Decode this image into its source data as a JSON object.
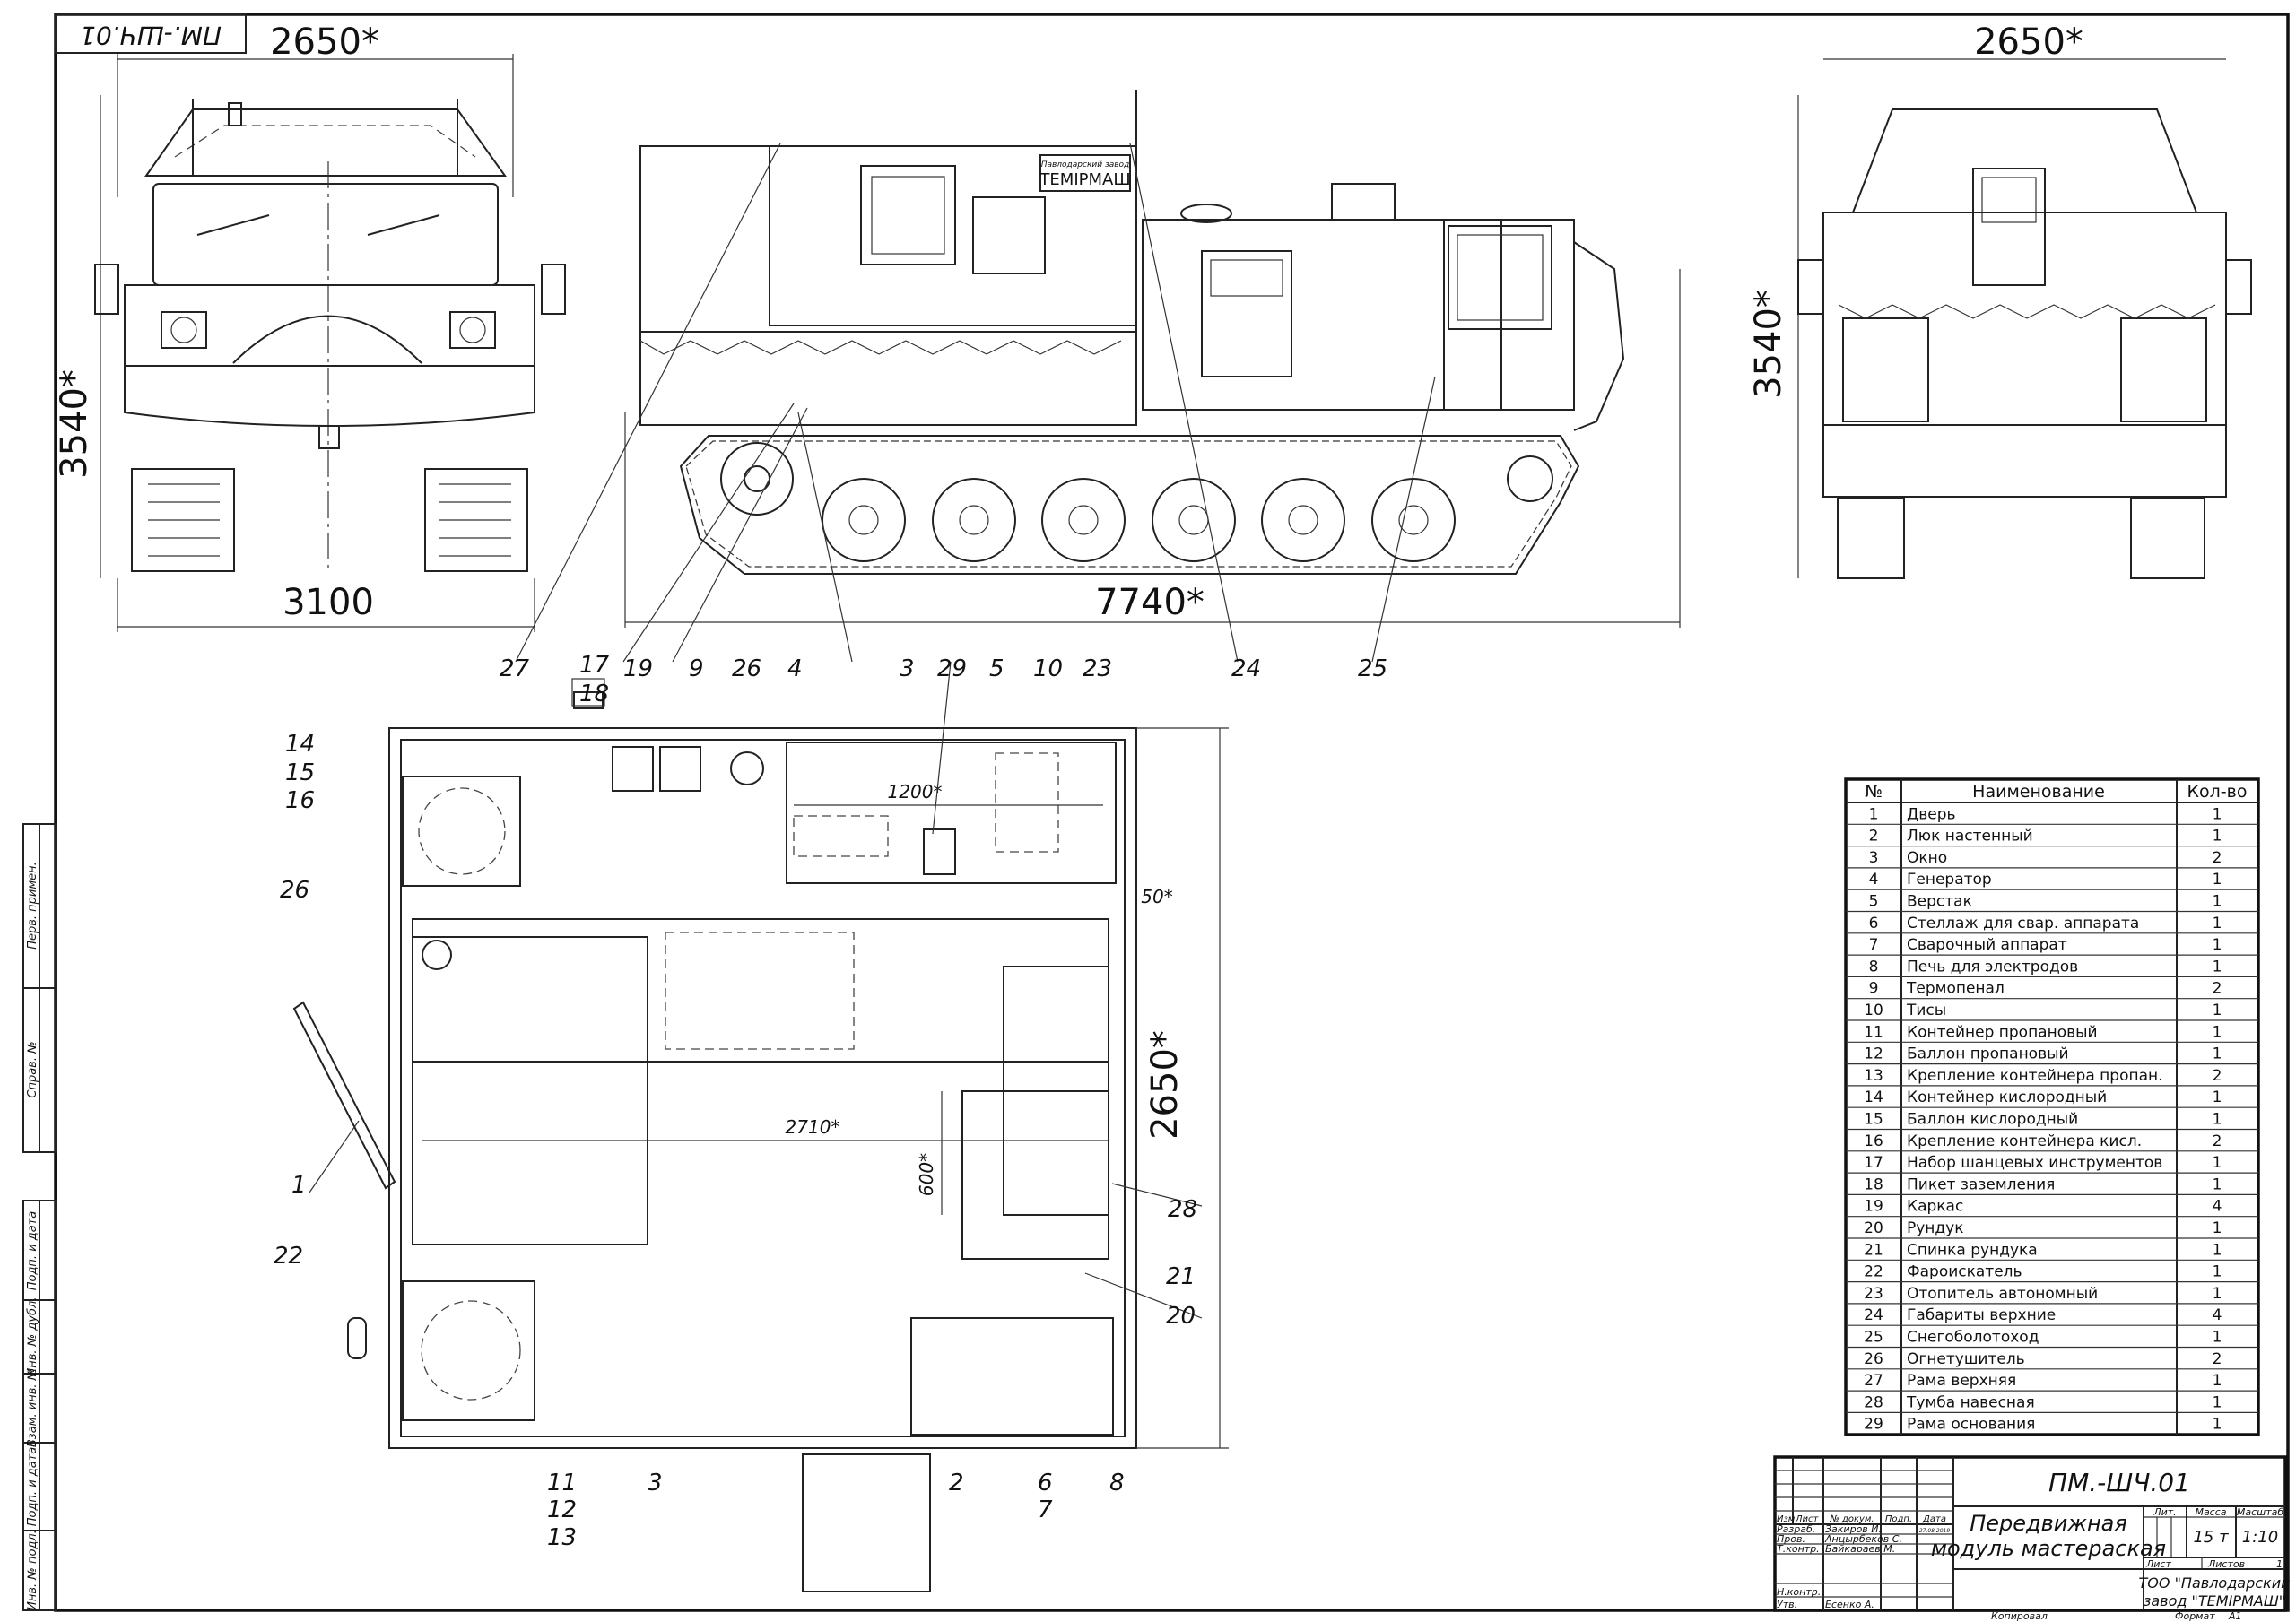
{
  "drawing": {
    "designation_top_stamp": "ПМ.-ШЧ.01",
    "front_view": {
      "width_dim": "2650*",
      "height_dim": "3540*",
      "track_dim": "3100"
    },
    "side_view": {
      "length_dim": "7740*",
      "logo_small": "Павлодарский завод",
      "logo_big": "ТЕМIРМАШ"
    },
    "rear_view": {
      "width_dim": "2650*",
      "height_dim": "3540*"
    },
    "plan_view": {
      "depth_dim": "2650*",
      "inner_length_dim": "2710*",
      "bench_dim": "1200*",
      "chest_dim": "600*",
      "gap_dim": "50*"
    },
    "callouts": [
      "27",
      "17",
      "18",
      "19",
      "9",
      "26",
      "4",
      "3",
      "29",
      "5",
      "10",
      "23",
      "24",
      "25",
      "14",
      "15",
      "16",
      "26",
      "1",
      "22",
      "11",
      "12",
      "13",
      "3",
      "2",
      "6",
      "7",
      "8",
      "28",
      "21",
      "20"
    ]
  },
  "parts_table": {
    "headers": [
      "№",
      "Наименование",
      "Кол-во"
    ],
    "rows": [
      [
        "1",
        "Дверь",
        "1"
      ],
      [
        "2",
        "Люк настенный",
        "1"
      ],
      [
        "3",
        "Окно",
        "2"
      ],
      [
        "4",
        "Генератор",
        "1"
      ],
      [
        "5",
        "Верстак",
        "1"
      ],
      [
        "6",
        "Стеллаж для свар. аппарата",
        "1"
      ],
      [
        "7",
        "Сварочный аппарат",
        "1"
      ],
      [
        "8",
        "Печь для электродов",
        "1"
      ],
      [
        "9",
        "Термопенал",
        "2"
      ],
      [
        "10",
        "Тисы",
        "1"
      ],
      [
        "11",
        "Контейнер пропановый",
        "1"
      ],
      [
        "12",
        "Баллон пропановый",
        "1"
      ],
      [
        "13",
        "Крепление контейнера пропан.",
        "2"
      ],
      [
        "14",
        "Контейнер кислородный",
        "1"
      ],
      [
        "15",
        "Баллон кислородный",
        "1"
      ],
      [
        "16",
        "Крепление контейнера кисл.",
        "2"
      ],
      [
        "17",
        "Набор шанцевых инструментов",
        "1"
      ],
      [
        "18",
        "Пикет заземления",
        "1"
      ],
      [
        "19",
        "Каркас",
        "4"
      ],
      [
        "20",
        "Рундук",
        "1"
      ],
      [
        "21",
        "Спинка рундука",
        "1"
      ],
      [
        "22",
        "Фароискатель",
        "1"
      ],
      [
        "23",
        "Отопитель автономный",
        "1"
      ],
      [
        "24",
        "Габариты верхние",
        "4"
      ],
      [
        "25",
        "Снегоболотоход",
        "1"
      ],
      [
        "26",
        "Огнетушитель",
        "2"
      ],
      [
        "27",
        "Рама верхняя",
        "1"
      ],
      [
        "28",
        "Тумба навесная",
        "1"
      ],
      [
        "29",
        "Рама основания",
        "1"
      ]
    ]
  },
  "title_block": {
    "designation": "ПМ.-ШЧ.01",
    "title_line1": "Передвижная",
    "title_line2": "модуль мастераская",
    "col_headers": [
      "Изм.",
      "Лист",
      "№ докум.",
      "Подп.",
      "Дата"
    ],
    "date": "27.08.2019",
    "roles": [
      {
        "role": "Разраб.",
        "name": "Закиров И."
      },
      {
        "role": "Пров.",
        "name": "Анцырбеков С."
      },
      {
        "role": "Т.контр.",
        "name": "Байкараев М."
      },
      {
        "role": "Н.контр.",
        "name": ""
      },
      {
        "role": "Утв.",
        "name": "Есенко А."
      }
    ],
    "lit_label": "Лит.",
    "mass_label": "Масса",
    "scale_label": "Масштаб",
    "mass": "15 т",
    "scale": "1:10",
    "sheet_label": "Лист",
    "sheets_label": "Листов",
    "sheets": "1",
    "organization_line1": "ТОО \"Павлодарский",
    "organization_line2": "завод \"ТЕМIРМАШ\"",
    "copied_label": "Копировал",
    "format_label": "Формат",
    "format": "A1"
  },
  "side_stamp": [
    "Перв. примен.",
    "Справ. №",
    "Подп. и дата",
    "Инв. № дубл.",
    "Взам. инв. №",
    "Подп. и дата",
    "Инв. № подл."
  ]
}
